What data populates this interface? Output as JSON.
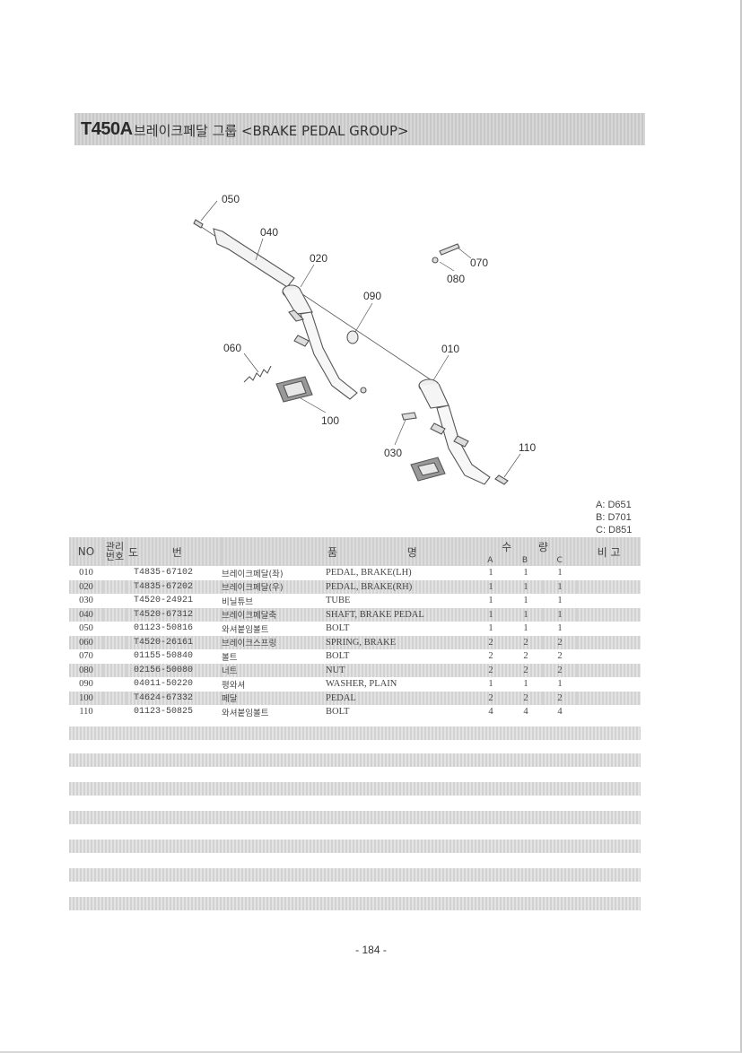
{
  "header": {
    "model_code": "T450A",
    "title": "브레이크페달 그룹 <BRAKE PEDAL GROUP>"
  },
  "diagram": {
    "callouts": [
      "050",
      "040",
      "020",
      "090",
      "060",
      "010",
      "100",
      "030",
      "110",
      "070",
      "080"
    ]
  },
  "legend": [
    "A: D651",
    "B: D701",
    "C: D851"
  ],
  "table": {
    "headers": {
      "no": "NO",
      "mgmt_top": "관리",
      "mgmt_bottom": "번호",
      "part_no_1": "도",
      "part_no_2": "번",
      "name_1": "품",
      "name_2": "명",
      "qty_1": "수",
      "qty_2": "량",
      "remarks": "비 고",
      "qty_cols": [
        "A",
        "B",
        "C"
      ]
    },
    "rows": [
      {
        "no": "010",
        "part": "T4835-67102",
        "kr": "브레이크페달(좌)",
        "en": "PEDAL, BRAKE(LH)",
        "a": "1",
        "b": "1",
        "c": "1"
      },
      {
        "no": "020",
        "part": "T4835-67202",
        "kr": "브레이크페달(우)",
        "en": "PEDAL, BRAKE(RH)",
        "a": "1",
        "b": "1",
        "c": "1"
      },
      {
        "no": "030",
        "part": "T4520-24921",
        "kr": "비닐튜브",
        "en": "TUBE",
        "a": "1",
        "b": "1",
        "c": "1"
      },
      {
        "no": "040",
        "part": "T4520-67312",
        "kr": "브레이크페달축",
        "en": "SHAFT, BRAKE PEDAL",
        "a": "1",
        "b": "1",
        "c": "1"
      },
      {
        "no": "050",
        "part": "01123-50816",
        "kr": "와셔붙임볼트",
        "en": "BOLT",
        "a": "1",
        "b": "1",
        "c": "1"
      },
      {
        "no": "060",
        "part": "T4520-26161",
        "kr": "브레이크스프링",
        "en": "SPRING, BRAKE",
        "a": "2",
        "b": "2",
        "c": "2"
      },
      {
        "no": "070",
        "part": "01155-50840",
        "kr": "볼트",
        "en": "BOLT",
        "a": "2",
        "b": "2",
        "c": "2"
      },
      {
        "no": "080",
        "part": "02156-50080",
        "kr": "너트",
        "en": "NUT",
        "a": "2",
        "b": "2",
        "c": "2"
      },
      {
        "no": "090",
        "part": "04011-50220",
        "kr": "평와셔",
        "en": "WASHER, PLAIN",
        "a": "1",
        "b": "1",
        "c": "1"
      },
      {
        "no": "100",
        "part": "T4624-67332",
        "kr": "페달",
        "en": "PEDAL",
        "a": "2",
        "b": "2",
        "c": "2"
      },
      {
        "no": "110",
        "part": "01123-50825",
        "kr": "와셔붙임볼트",
        "en": "BOLT",
        "a": "4",
        "b": "4",
        "c": "4"
      }
    ]
  },
  "footer": {
    "page_number": "- 184 -"
  }
}
